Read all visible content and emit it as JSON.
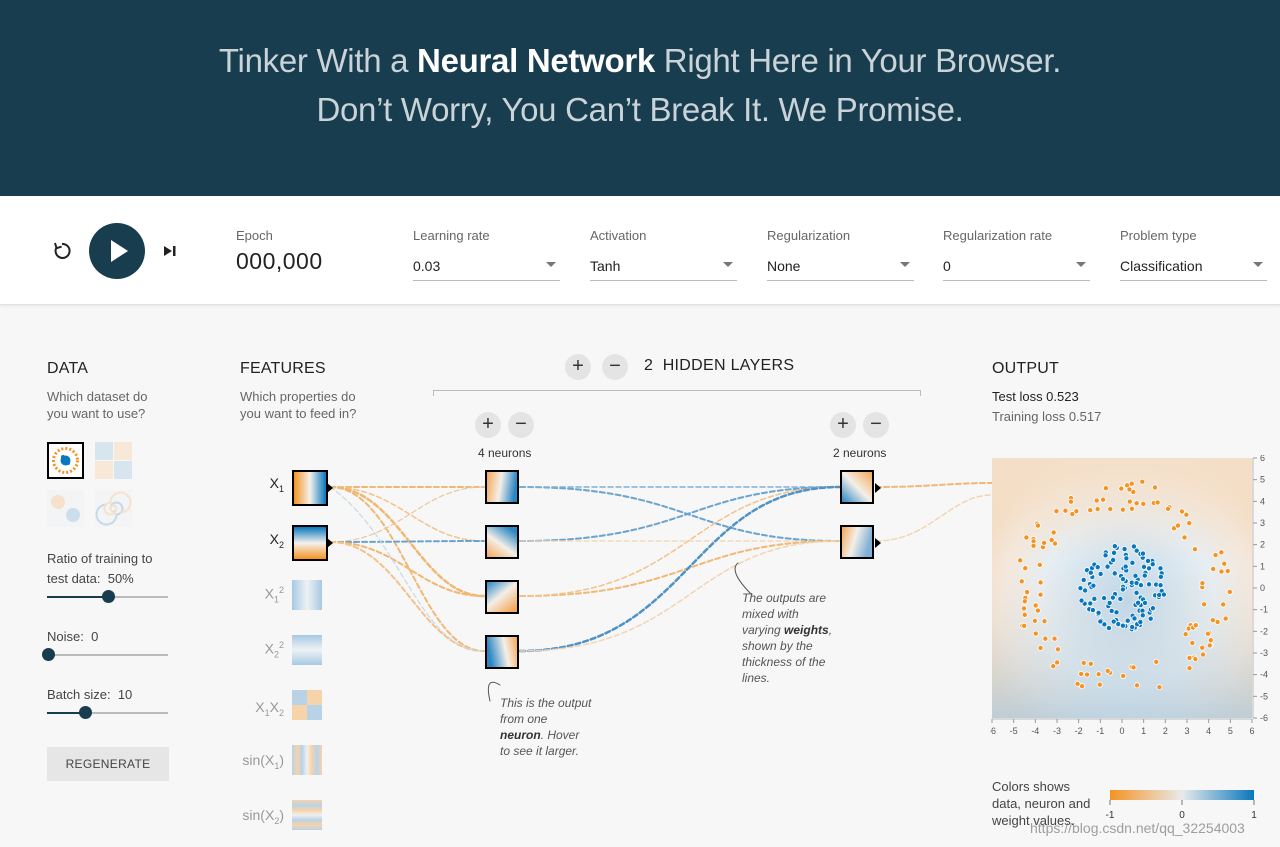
{
  "header": {
    "line1_pre": "Tinker With a ",
    "line1_bold": "Neural Network",
    "line1_post": " Right Here in Your Browser.",
    "line2": "Don’t Worry, You Can’t Break It. We Promise."
  },
  "toolbar": {
    "epoch_label": "Epoch",
    "epoch_value": "000,000",
    "learning_rate_label": "Learning rate",
    "learning_rate_value": "0.03",
    "activation_label": "Activation",
    "activation_value": "Tanh",
    "regularization_label": "Regularization",
    "regularization_value": "None",
    "regularization_rate_label": "Regularization rate",
    "regularization_rate_value": "0",
    "problem_type_label": "Problem type",
    "problem_type_value": "Classification"
  },
  "data_panel": {
    "title": "DATA",
    "subtitle": "Which dataset do you want to use?",
    "ratio_label": "Ratio of training to test data:",
    "ratio_value": "50%",
    "ratio_fraction": 0.5,
    "noise_label": "Noise:",
    "noise_value": "0",
    "noise_fraction": 0,
    "batch_label": "Batch size:",
    "batch_value": "10",
    "batch_fraction": 0.3,
    "regenerate_label": "REGENERATE"
  },
  "features_panel": {
    "title": "FEATURES",
    "subtitle": "Which properties do you want to feed in?"
  },
  "hidden_layers": {
    "count": "2",
    "label": "HIDDEN LAYERS",
    "layer1_neurons": "4 neurons",
    "layer2_neurons": "2 neurons"
  },
  "notes": {
    "neuron_note_1": "This is the output",
    "neuron_note_2": "from one",
    "neuron_note_3_bold": "neuron",
    "neuron_note_3_post": ". Hover",
    "neuron_note_4": "to see it larger.",
    "weights_note_1": "The outputs are",
    "weights_note_2": "mixed with",
    "weights_note_3_pre": "varying ",
    "weights_note_3_bold": "weights",
    "weights_note_3_post": ",",
    "weights_note_4": "shown by the",
    "weights_note_5": "thickness of the",
    "weights_note_6": "lines."
  },
  "output_panel": {
    "title": "OUTPUT",
    "test_loss": "Test loss 0.523",
    "training_loss": "Training loss 0.517",
    "colors_note_1": "Colors shows",
    "colors_note_2": "data, neuron and",
    "colors_note_3": "weight values.",
    "legend_min": "-1",
    "legend_mid": "0",
    "legend_max": "1"
  },
  "colors": {
    "header_bg": "#183d4e",
    "positive": "#0877bd",
    "negative": "#f59322",
    "neutral": "#e8eaeb"
  },
  "watermark": "https://blog.csdn.net/qq_32254003"
}
